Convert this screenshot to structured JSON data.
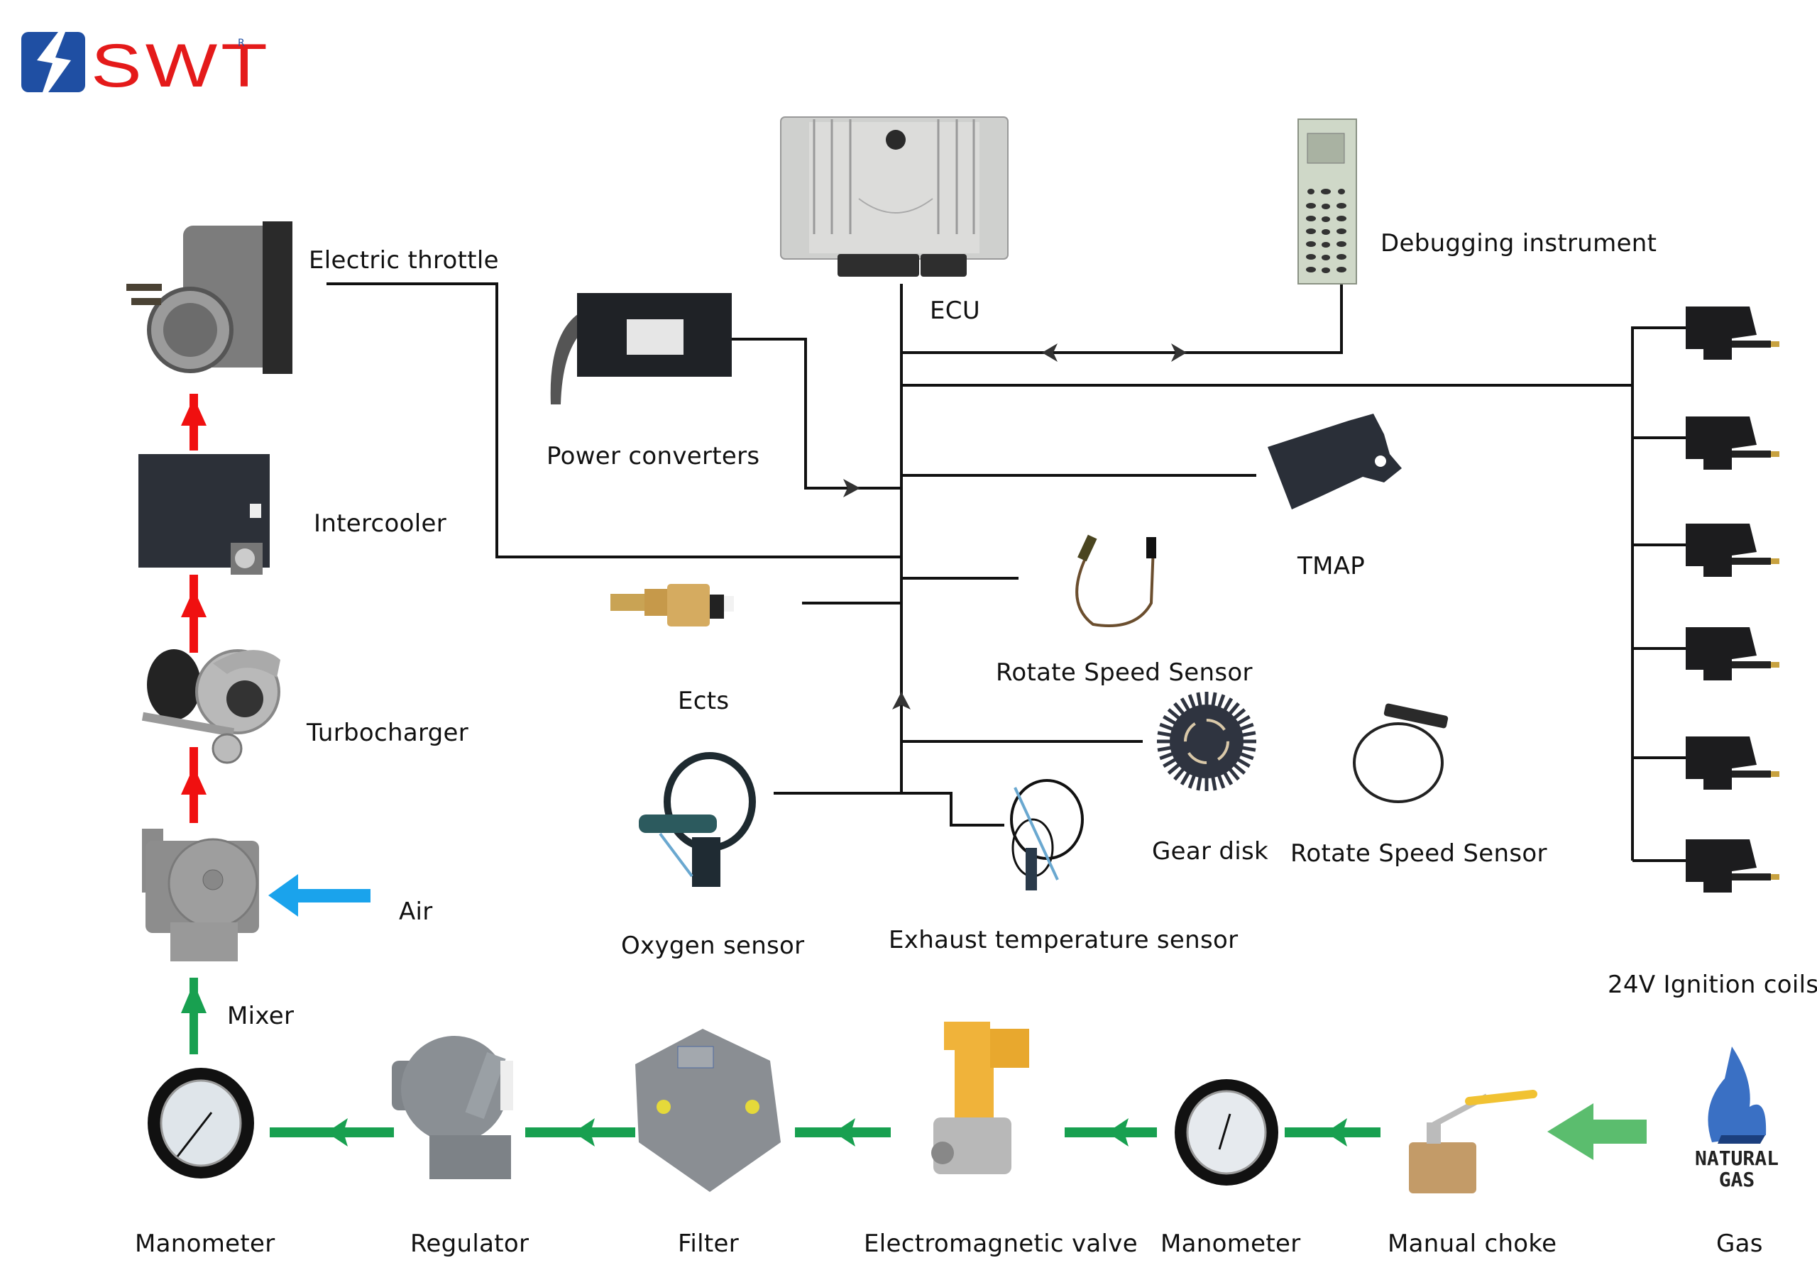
{
  "brand": {
    "name": "SWT",
    "registered_mark": "R"
  },
  "colors": {
    "wire": "#111111",
    "exhaust_air": "#f01010",
    "fresh_air": "#1aa3ec",
    "gas_flow": "#18a050",
    "logo_blue": "#1f4fa3",
    "logo_red": "#e41a1a"
  },
  "components": {
    "ecu": "ECU",
    "debugging_instrument": "Debugging instrument",
    "power_converters": "Power converters",
    "electric_throttle": "Electric throttle",
    "intercooler": "Intercooler",
    "turbocharger": "Turbocharger",
    "air": "Air",
    "mixer": "Mixer",
    "tmap": "TMAP",
    "ects": "Ects",
    "rotate_speed_sensor_1": "Rotate Speed Sensor",
    "gear_disk": "Gear disk",
    "rotate_speed_sensor_2": "Rotate Speed Sensor",
    "oxygen_sensor": "Oxygen sensor",
    "exhaust_temperature_sensor": "Exhaust temperature sensor",
    "ignition_coils": "24V Ignition coils"
  },
  "gas_line": [
    {
      "label": "Manometer"
    },
    {
      "label": "Regulator"
    },
    {
      "label": "Filter"
    },
    {
      "label": "Electromagnetic valve"
    },
    {
      "label": "Manometer"
    },
    {
      "label": "Manual choke"
    },
    {
      "label": "Gas"
    }
  ],
  "gas_logo_text": {
    "line1": "NATURAL",
    "line2": "GAS"
  },
  "ignition_coil_count": 6
}
